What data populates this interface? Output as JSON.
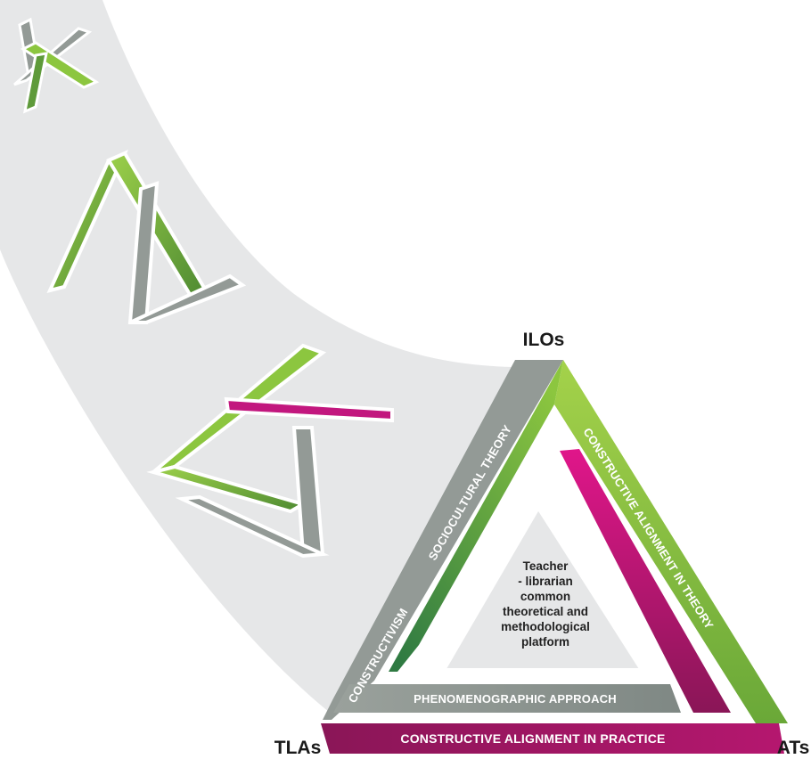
{
  "corners": {
    "top": "ILOs",
    "left": "TLAs",
    "right": "ATs"
  },
  "bands": {
    "sociocultural": "SOCIOCULTURAL THEORY",
    "constructivism": "CONSTRUCTIVISM",
    "theory": "CONSTRUCTIVE ALIGNMENT IN THEORY",
    "phenomenographic": "PHENOMENOGRAPHIC APPROACH",
    "practice": "CONSTRUCTIVE ALIGNMENT IN PRACTICE"
  },
  "center": {
    "lines": [
      "Teacher",
      "- librarian",
      "common",
      "theoretical and",
      "methodological",
      "platform"
    ]
  },
  "colors": {
    "green": "#8cc63f",
    "green_dark": "#3e8a3e",
    "magenta": "#c2177e",
    "magenta_dark": "#7d1550",
    "gray": "#939a96",
    "swoosh": "#e6e7e8",
    "center_fill": "#e6e7e8"
  }
}
